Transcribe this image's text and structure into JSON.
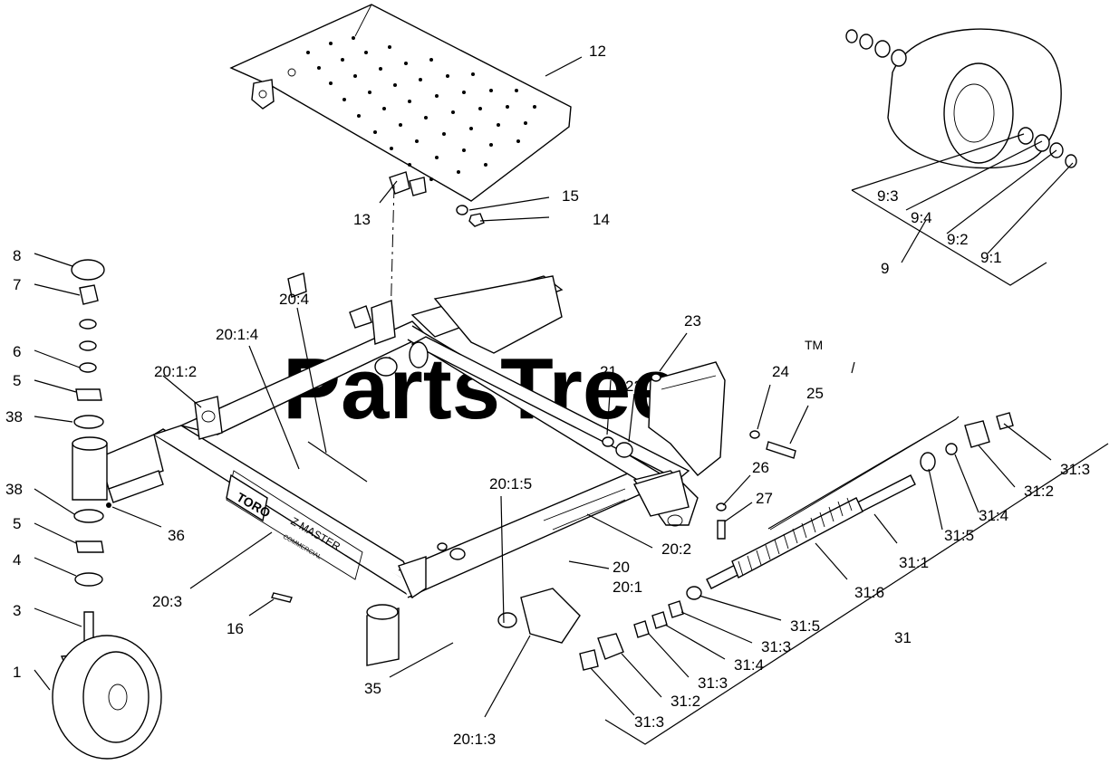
{
  "watermark": {
    "text": "PartsTree",
    "tm": "TM"
  },
  "brand_plate": {
    "toro": "TORO",
    "model": "Z MASTER",
    "sub": "COMMERCIAL"
  },
  "callouts": {
    "c1": "1",
    "c3": "3",
    "c4": "4",
    "c5a": "5",
    "c5b": "5",
    "c6": "6",
    "c7": "7",
    "c8": "8",
    "c9": "9",
    "c9_1": "9:1",
    "c9_2": "9:2",
    "c9_3": "9:3",
    "c9_4": "9:4",
    "c12": "12",
    "c13": "13",
    "c14": "14",
    "c15": "15",
    "c16": "16",
    "c20": "20",
    "c20_1": "20:1",
    "c20_1_2": "20:1:2",
    "c20_1_3": "20:1:3",
    "c20_1_4": "20:1:4",
    "c20_1_5": "20:1:5",
    "c20_2": "20:2",
    "c20_3": "20:3",
    "c20_4": "20:4",
    "c21": "21",
    "c22": "22",
    "c23": "23",
    "c24": "24",
    "c25": "25",
    "c26": "26",
    "c27": "27",
    "c31": "31",
    "c31_1": "31:1",
    "c31_2a": "31:2",
    "c31_2b": "31:2",
    "c31_3a": "31:3",
    "c31_3b": "31:3",
    "c31_3c": "31:3",
    "c31_3d": "31:3",
    "c31_4a": "31:4",
    "c31_4b": "31:4",
    "c31_5a": "31:5",
    "c31_5b": "31:5",
    "c31_6": "31:6",
    "c35": "35",
    "c36": "36",
    "c38a": "38",
    "c38b": "38"
  }
}
